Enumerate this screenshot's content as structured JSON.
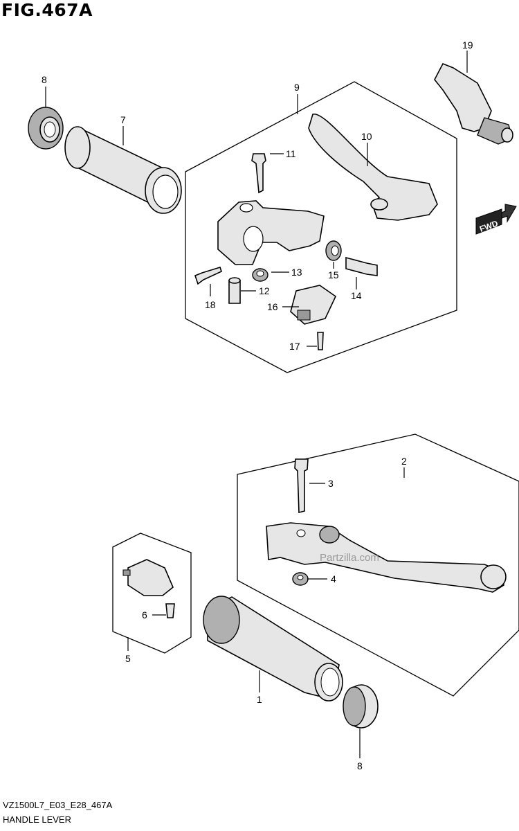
{
  "figure": {
    "title": "FIG.467A",
    "code": "VZ1500L7_E03_E28_467A",
    "name": "HANDLE LEVER",
    "watermark": "Partzilla.com",
    "fwd_label": "FWD"
  },
  "callouts": {
    "p1": "1",
    "p2": "2",
    "p3": "3",
    "p4": "4",
    "p5": "5",
    "p6": "6",
    "p7": "7",
    "p8a": "8",
    "p8b": "8",
    "p9": "9",
    "p10": "10",
    "p11": "11",
    "p12": "12",
    "p13": "13",
    "p14": "14",
    "p15": "15",
    "p16": "16",
    "p17": "17",
    "p18": "18",
    "p19": "19"
  }
}
